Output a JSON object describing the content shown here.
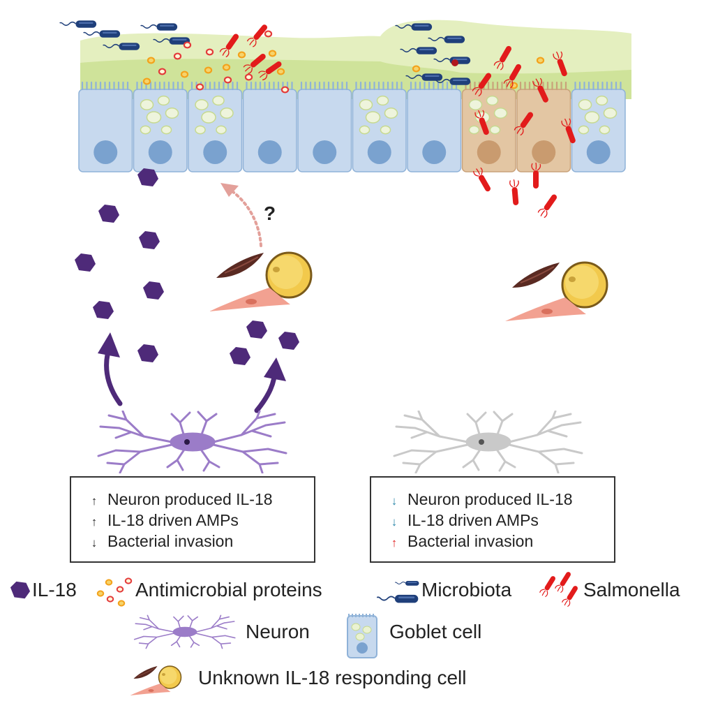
{
  "question_mark": "?",
  "left_box": {
    "rows": [
      {
        "arrow": "↑",
        "text": "Neuron produced IL-18",
        "arrow_color": "#111111"
      },
      {
        "arrow": "↑",
        "text": "IL-18 driven AMPs",
        "arrow_color": "#111111"
      },
      {
        "arrow": "↓",
        "text": "Bacterial invasion",
        "arrow_color": "#111111"
      }
    ]
  },
  "right_box": {
    "rows": [
      {
        "arrow": "↓",
        "text": "Neuron produced IL-18",
        "arrow_color": "#2a86a8"
      },
      {
        "arrow": "↓",
        "text": "IL-18 driven AMPs",
        "arrow_color": "#2a86a8"
      },
      {
        "arrow": "↑",
        "text": "Bacterial invasion",
        "arrow_color": "#e02020"
      }
    ]
  },
  "legend": {
    "il18": "IL-18",
    "amps": "Antimicrobial proteins",
    "microbiota": "Microbiota",
    "salmonella": "Salmonella",
    "neuron": "Neuron",
    "goblet": "Goblet cell",
    "unknown_cell": "Unknown IL-18 responding cell"
  },
  "colors": {
    "il18": "#4e2a79",
    "neuron_active": "#9b7cc8",
    "neuron_inactive": "#c9c9c9",
    "mucus": "#d7e7a6",
    "epithelial_cell": "#c7d9ee",
    "infected_cell": "#e3c6a3",
    "salmonella": "#e21b1b",
    "microbiota": "#1f3f7a",
    "amp_red": "#e33a3a",
    "amp_orange": "#f3a21b",
    "responding_yellow": "#f2c94c",
    "responding_brown": "#5a2a22",
    "responding_pink": "#f2a191"
  }
}
